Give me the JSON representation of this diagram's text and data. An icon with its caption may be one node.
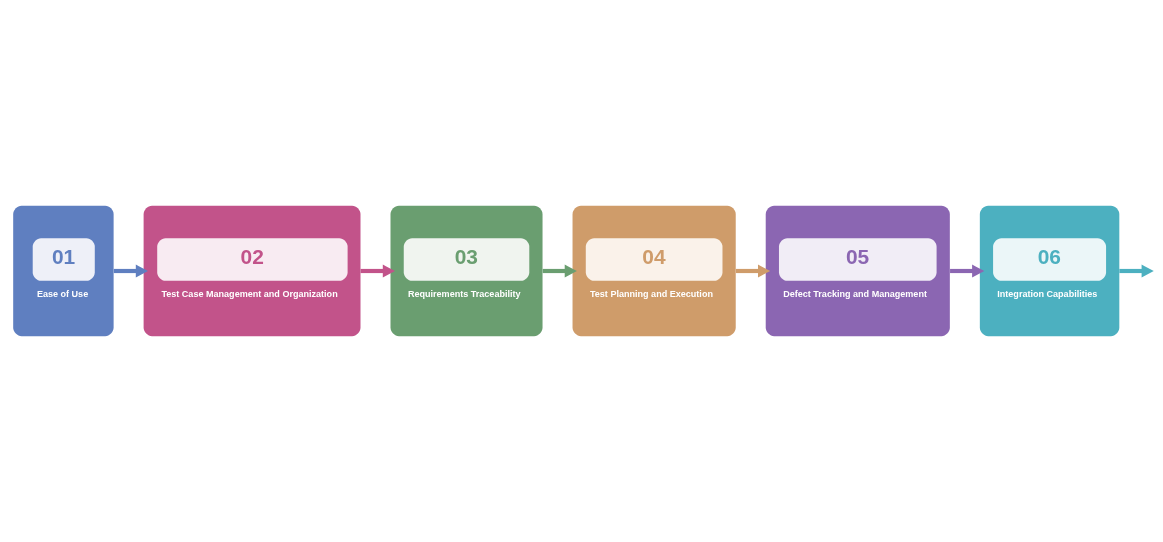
{
  "diagram": {
    "nodes": [
      {
        "text": [
          "01",
          "Ease of Use"
        ]
      },
      {
        "text": [
          "02",
          "Test Case Management and Organization"
        ]
      },
      {
        "text": [
          "03",
          "Requirements Traceability"
        ]
      },
      {
        "text": [
          "04",
          "Test Planning and Execution"
        ]
      },
      {
        "text": [
          "05",
          "Defect Tracking and Management"
        ]
      },
      {
        "text": [
          "06",
          "Integration Capabilities"
        ]
      }
    ],
    "edges": [
      {
        "from": 0,
        "to": 1,
        "arrow": "to",
        "color": "#5f7fc0"
      },
      {
        "from": 1,
        "to": 2,
        "arrow": "to",
        "color": "#c2538a"
      },
      {
        "from": 2,
        "to": 3,
        "arrow": "to",
        "color": "#6a9e70"
      },
      {
        "from": 3,
        "to": 4,
        "arrow": "to",
        "color": "#cf9c6a"
      },
      {
        "from": 4,
        "to": 5,
        "arrow": "to",
        "color": "#8b66b2"
      },
      {
        "from": 5,
        "to": null,
        "arrow": "to",
        "color": "#4cb0c0"
      }
    ]
  }
}
